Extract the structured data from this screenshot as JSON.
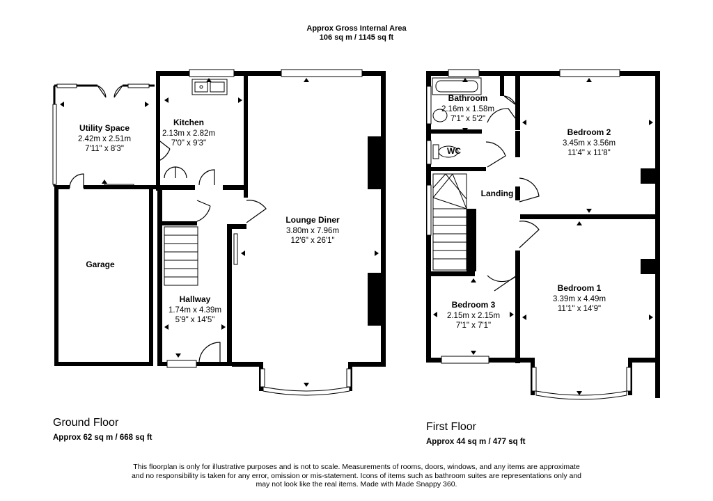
{
  "header": {
    "title": "Approx Gross Internal Area",
    "area": "106 sq m / 1145 sq ft"
  },
  "ground_floor": {
    "title": "Ground Floor",
    "area": "Approx 62 sq m / 668 sq ft",
    "rooms": {
      "utility": {
        "name": "Utility Space",
        "metric": "2.42m x 2.51m",
        "imperial": "7'11\" x 8'3\""
      },
      "kitchen": {
        "name": "Kitchen",
        "metric": "2.13m x 2.82m",
        "imperial": "7'0\" x 9'3\""
      },
      "lounge": {
        "name": "Lounge Diner",
        "metric": "3.80m x 7.96m",
        "imperial": "12'6\" x 26'1\""
      },
      "garage": {
        "name": "Garage"
      },
      "hallway": {
        "name": "Hallway",
        "metric": "1.74m x 4.39m",
        "imperial": "5'9\" x 14'5\""
      }
    }
  },
  "first_floor": {
    "title": "First Floor",
    "area": "Approx 44 sq m / 477 sq ft",
    "rooms": {
      "bathroom": {
        "name": "Bathroom",
        "metric": "2.16m x 1.58m",
        "imperial": "7'1\" x 5'2\""
      },
      "wc": {
        "name": "WC"
      },
      "bedroom2": {
        "name": "Bedroom 2",
        "metric": "3.45m x 3.56m",
        "imperial": "11'4\" x 11'8\""
      },
      "landing": {
        "name": "Landing"
      },
      "bedroom1": {
        "name": "Bedroom 1",
        "metric": "3.39m x 4.49m",
        "imperial": "11'1\" x 14'9\""
      },
      "bedroom3": {
        "name": "Bedroom 3",
        "metric": "2.15m x 2.15m",
        "imperial": "7'1\" x 7'1\""
      }
    }
  },
  "disclaimer": {
    "line1": "This floorplan is only for illustrative purposes and is not to scale. Measurements of rooms, doors, windows, and any items are approximate",
    "line2": "and no responsibility is taken for any error, omission or mis-statement. Icons of items such as bathroom suites are representations only and",
    "line3": "may not look like the real items. Made with Made Snappy 360."
  },
  "colors": {
    "wall": "#000000",
    "background": "#ffffff",
    "window": "#ffffff"
  }
}
